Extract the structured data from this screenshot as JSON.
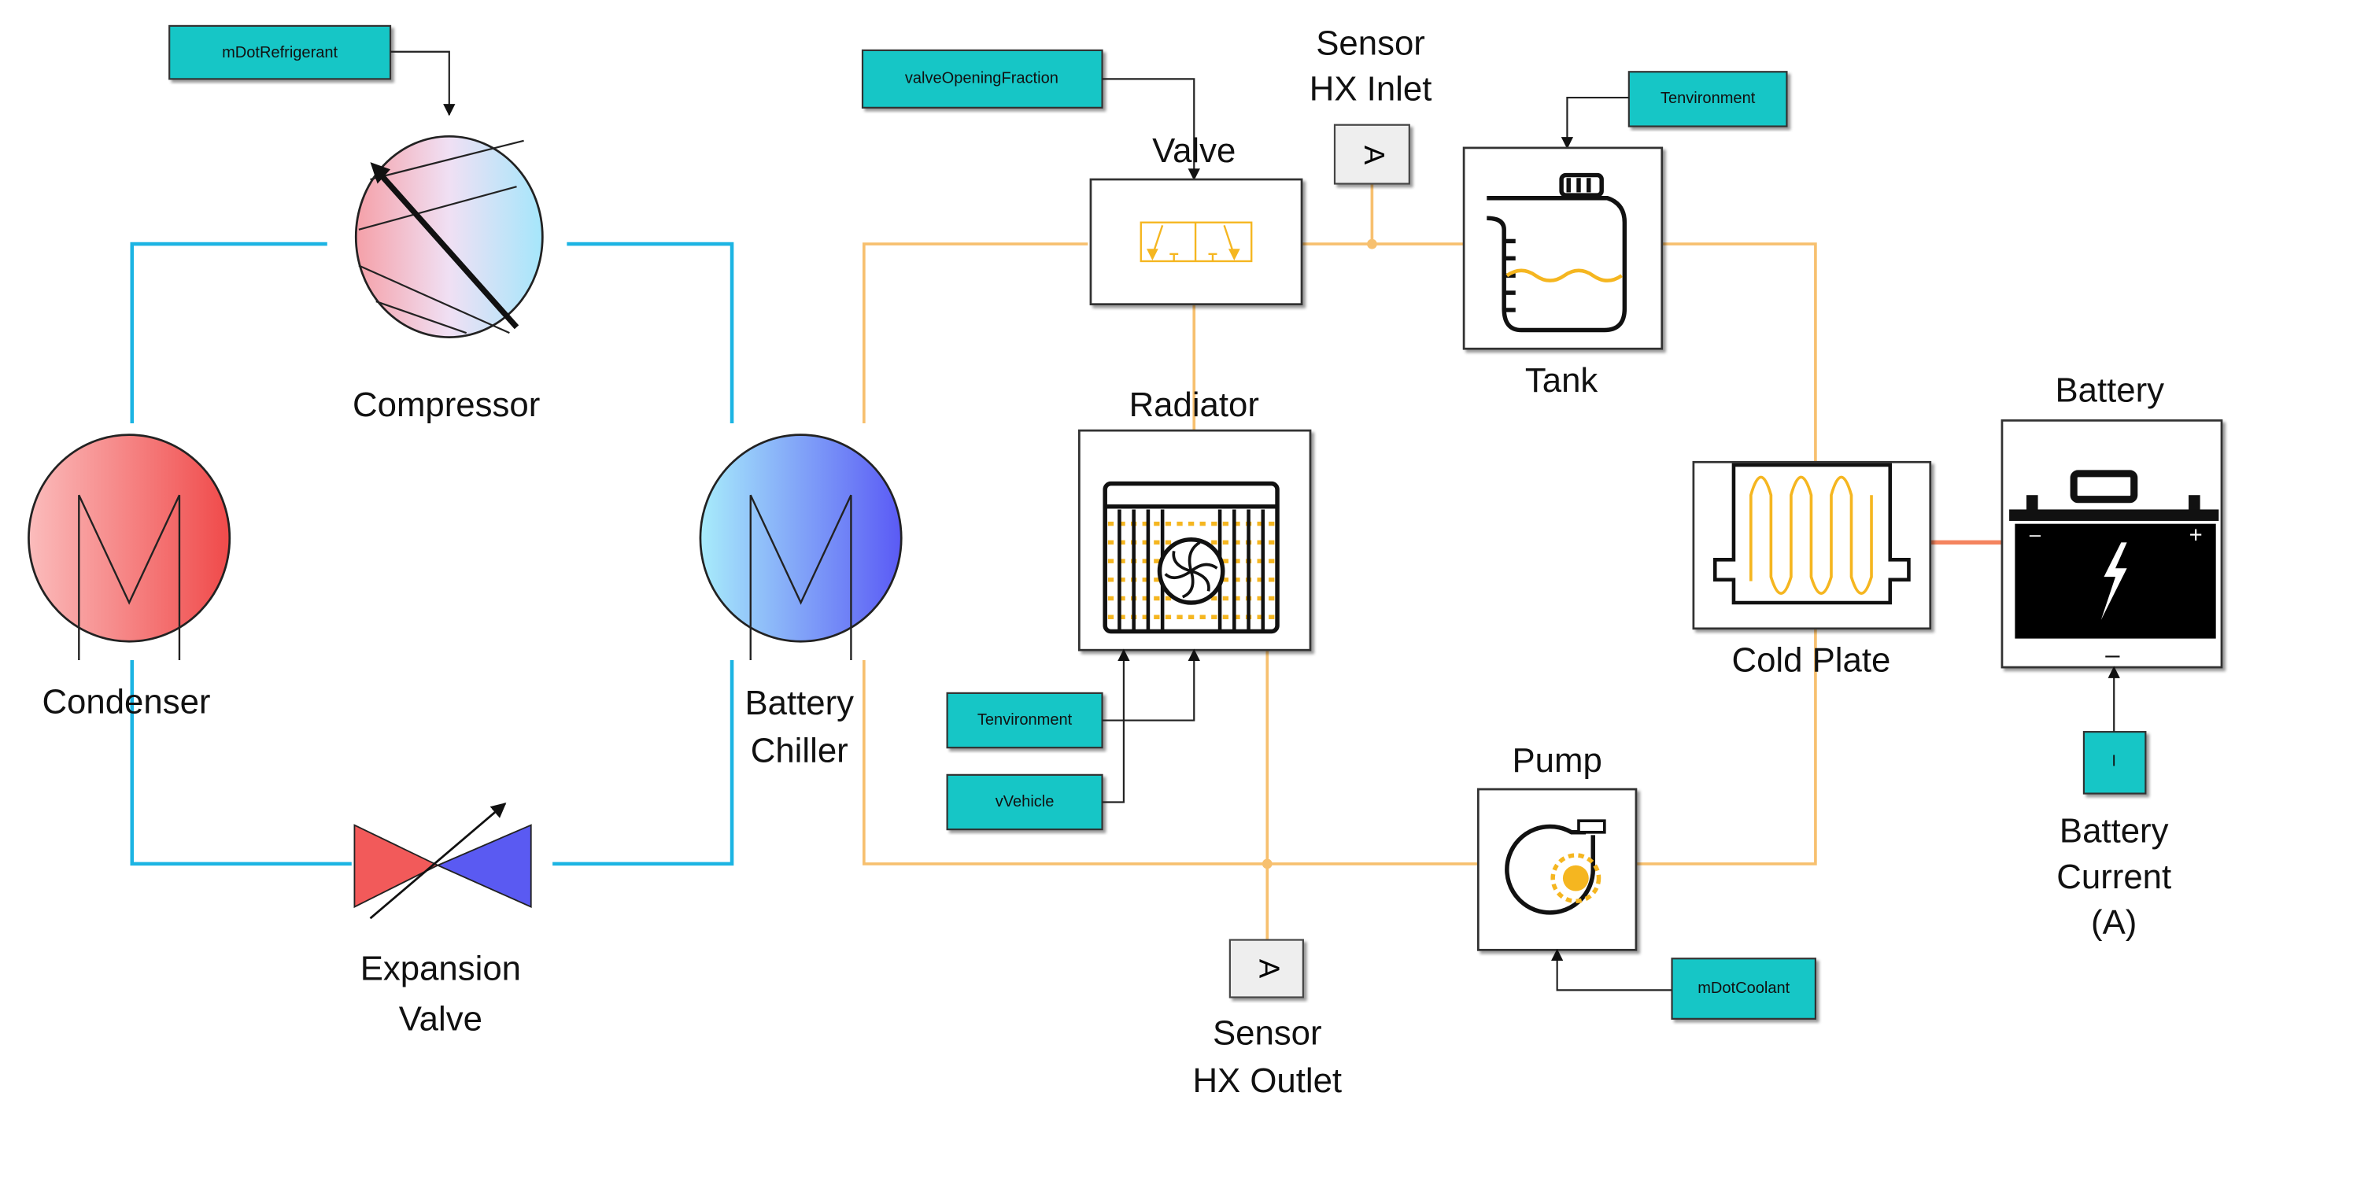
{
  "colors": {
    "refrigerant_line": "#1cb4e3",
    "coolant_line": "#f7c06f",
    "thermal_link": "#f4845f",
    "input_block": "#13c6c6",
    "condenser": "#f25a5a",
    "chiller": "#5a5af2"
  },
  "inputs": {
    "m_dot_refrigerant": "mDotRefrigerant",
    "valve_opening_fraction": "valveOpeningFraction",
    "t_environment_tank": "Tenvironment",
    "t_environment_radiator": "Tenvironment",
    "v_vehicle": "vVehicle",
    "m_dot_coolant": "mDotCoolant",
    "battery_current": "I"
  },
  "blocks": {
    "compressor": "Compressor",
    "condenser": "Condenser",
    "expansion_valve": [
      "Expansion",
      "Valve"
    ],
    "battery_chiller": [
      "Battery",
      "Chiller"
    ],
    "valve": "Valve",
    "radiator": "Radiator",
    "tank": "Tank",
    "cold_plate": "Cold Plate",
    "battery": "Battery",
    "pump": "Pump",
    "sensor_inlet": [
      "Sensor",
      "HX Inlet"
    ],
    "sensor_outlet": [
      "Sensor",
      "HX Outlet"
    ],
    "sensor_glyph": "A",
    "battery_current_label": [
      "Battery",
      "Current",
      "(A)"
    ],
    "battery_minus": "–",
    "battery_plus": "+",
    "battery_neg_terminal": "–"
  },
  "icons": [
    "compressor-icon",
    "heat-exchanger-icon",
    "expansion-valve-icon",
    "valve-icon",
    "radiator-icon",
    "tank-icon",
    "cold-plate-icon",
    "battery-icon",
    "pump-icon",
    "ammeter-icon"
  ]
}
